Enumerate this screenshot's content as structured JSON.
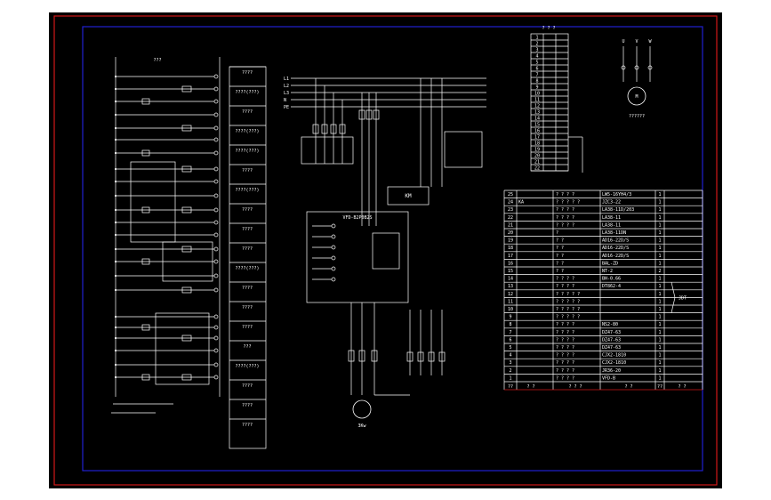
{
  "colors": {
    "background": "#000000",
    "line": "#ffffff",
    "outer_border": "#d01818",
    "inner_border": "#2020d0"
  },
  "control_circuit": {
    "top_label": "???"
  },
  "column_labels": [
    "????",
    "????(???)",
    "????",
    "????(???)",
    "????(???)",
    "????",
    "????(???)",
    "????",
    "????",
    "????",
    "????(???)",
    "????",
    "????",
    "????",
    "???",
    "????(???)",
    "????",
    "????",
    "????"
  ],
  "power_circuit": {
    "phases": [
      "L1",
      "L2",
      "L3",
      "N",
      "PE"
    ],
    "drive_title": "VFD-B2P0B2S",
    "km_label": "KM",
    "motor_label": "3Kw"
  },
  "motor_schematic": {
    "terminals": [
      "U",
      "V",
      "W"
    ],
    "motor_label": "M",
    "caption": "??????"
  },
  "terminal_table": {
    "header": "? ? ?",
    "rows": [
      "1",
      "2",
      "3",
      "4",
      "5",
      "6",
      "7",
      "8",
      "9",
      "10",
      "11",
      "12",
      "13",
      "14",
      "15",
      "16",
      "17",
      "18",
      "19",
      "20",
      "21",
      "22"
    ]
  },
  "bom": {
    "rows": [
      {
        "no": "25",
        "code": "",
        "name": "? ? ? ?",
        "model": "LW5-16YH4/3",
        "qty": "1"
      },
      {
        "no": "24",
        "code": "KA",
        "name": "? ? ? ? ?",
        "model": "JZC3-22",
        "qty": "1"
      },
      {
        "no": "23",
        "code": "",
        "name": "? ? ? ?",
        "model": "LA38-11D/203",
        "qty": "1"
      },
      {
        "no": "22",
        "code": "",
        "name": "? ? ? ?",
        "model": "LA38-11",
        "qty": "1"
      },
      {
        "no": "21",
        "code": "",
        "name": "? ? ? ?",
        "model": "LA38-11",
        "qty": "1"
      },
      {
        "no": "20",
        "code": "",
        "name": "?",
        "model": "LA38-11DN",
        "qty": "1"
      },
      {
        "no": "19",
        "code": "",
        "name": "? ?",
        "model": "AD16-22D/S",
        "qty": "1"
      },
      {
        "no": "18",
        "code": "",
        "name": "? ?",
        "model": "AD16-22D/S",
        "qty": "1"
      },
      {
        "no": "17",
        "code": "",
        "name": "? ?",
        "model": "AD16-22D/S",
        "qty": "1"
      },
      {
        "no": "16",
        "code": "",
        "name": "? ?",
        "model": "BAL-ZD",
        "qty": "1"
      },
      {
        "no": "15",
        "code": "",
        "name": "? ?",
        "model": "NT-2",
        "qty": "2"
      },
      {
        "no": "14",
        "code": "",
        "name": "? ? ? ?",
        "model": "BH-0.66",
        "qty": "1"
      },
      {
        "no": "13",
        "code": "",
        "name": "? ? ? ?",
        "model": "DT862-4",
        "qty": "1"
      },
      {
        "no": "12",
        "code": "",
        "name": "? ? ? ? ?",
        "model": "",
        "qty": "1"
      },
      {
        "no": "11",
        "code": "",
        "name": "? ? ? ? ?",
        "model": "",
        "qty": "1"
      },
      {
        "no": "10",
        "code": "",
        "name": "? ? ? ? ?",
        "model": "",
        "qty": "1"
      },
      {
        "no": "9",
        "code": "",
        "name": "? ? ? ? ?",
        "model": "",
        "qty": "1"
      },
      {
        "no": "8",
        "code": "",
        "name": "? ? ? ?",
        "model": "NS2-80",
        "qty": "1"
      },
      {
        "no": "7",
        "code": "",
        "name": "? ? ? ?",
        "model": "DZ47-63",
        "qty": "1"
      },
      {
        "no": "6",
        "code": "",
        "name": "? ? ? ?",
        "model": "DZ47-63",
        "qty": "1"
      },
      {
        "no": "5",
        "code": "",
        "name": "? ? ? ?",
        "model": "DZ47-63",
        "qty": "1"
      },
      {
        "no": "4",
        "code": "",
        "name": "? ? ? ?",
        "model": "CJX2-1810",
        "qty": "1"
      },
      {
        "no": "3",
        "code": "",
        "name": "? ? ? ?",
        "model": "CJX2-1810",
        "qty": "1"
      },
      {
        "no": "2",
        "code": "",
        "name": "? ? ? ?",
        "model": "JR36-20",
        "qty": "1"
      },
      {
        "no": "1",
        "code": "",
        "name": "? ? ? ?",
        "model": "VFD-B",
        "qty": "1"
      }
    ],
    "footer": {
      "no": "??",
      "code": "? ?",
      "name": "? ? ?",
      "model": "? ?",
      "qty": "??",
      "note": "? ?"
    },
    "bracket_label": "JDT"
  }
}
